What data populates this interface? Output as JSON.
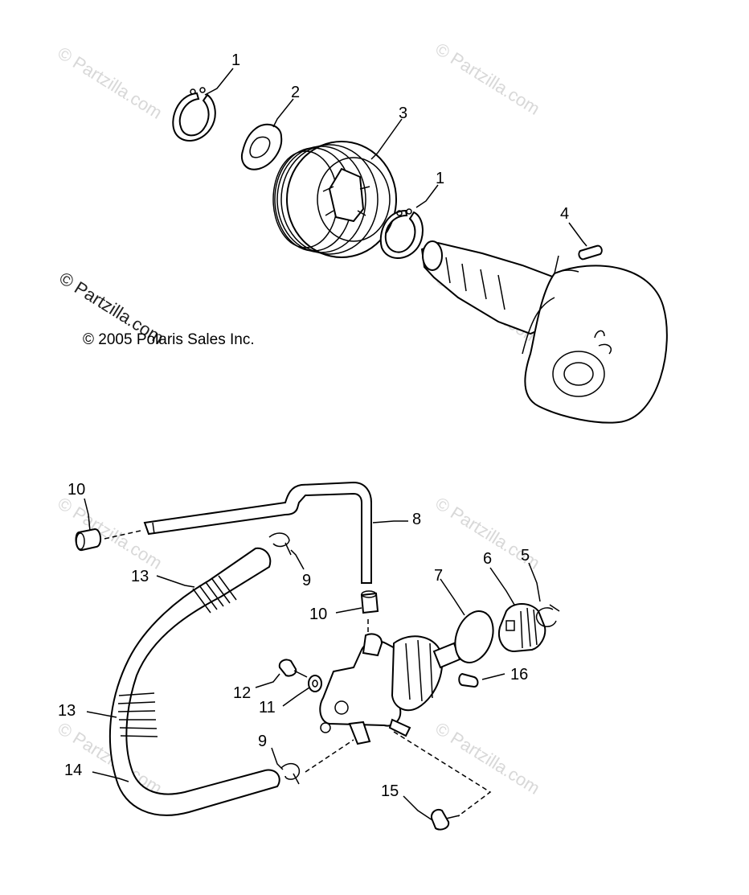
{
  "copyright": "© 2005 Polaris Sales Inc.",
  "watermark": "© Partzilla.com",
  "callouts": {
    "c1a": "1",
    "c2": "2",
    "c3": "3",
    "c1b": "1",
    "c4": "4",
    "c10a": "10",
    "c8": "8",
    "c9a": "9",
    "c13a": "13",
    "c10b": "10",
    "c7": "7",
    "c6": "6",
    "c5": "5",
    "c16": "16",
    "c12": "12",
    "c11": "11",
    "c13b": "13",
    "c9b": "9",
    "c14": "14",
    "c15": "15"
  }
}
